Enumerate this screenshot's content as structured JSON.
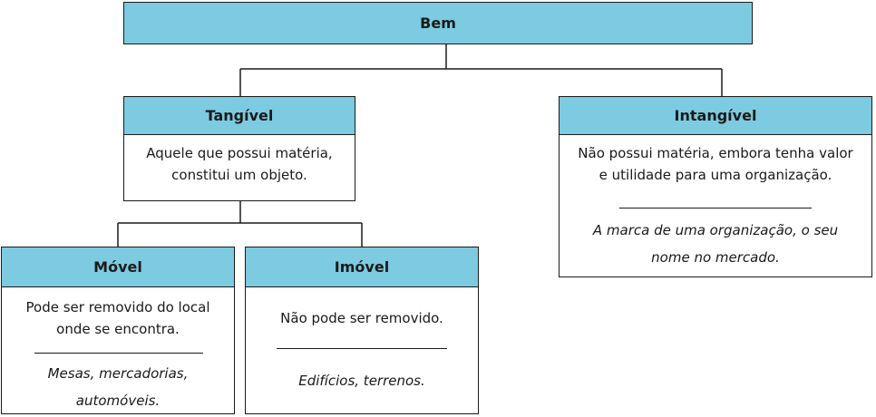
{
  "root": {
    "title": "Bem"
  },
  "tangivel": {
    "title": "Tangível",
    "description": "Aquele que possui matéria, constitui um objeto."
  },
  "intangivel": {
    "title": "Intangível",
    "description": "Não possui matéria, embora tenha valor e utilidade para uma organização.",
    "example": "A marca  de uma organização, o seu nome no mercado."
  },
  "movel": {
    "title": "Móvel",
    "description": "Pode ser removido do local onde se encontra.",
    "example": "Mesas, mercadorias, automóveis."
  },
  "imovel": {
    "title": "Imóvel",
    "description": "Não pode ser removido.",
    "example": "Edifícios, terrenos."
  }
}
